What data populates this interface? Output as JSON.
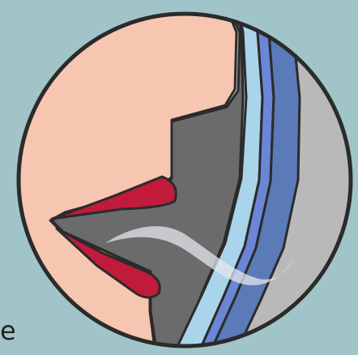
{
  "edge_text": "e",
  "colors": {
    "background": "#a1c4c9",
    "skin": "#f7c6b0",
    "outline": "#2b2b2b",
    "throat_gray": "#6b6b6b",
    "outer_gray": "#b9b9b9",
    "light_blue_layer": "#a9d4ea",
    "mid_blue_layer": "#6b86d6",
    "dark_blue_layer": "#5a7ab8",
    "lips": "#c21a3a",
    "breath": "#e4e7ee"
  },
  "icons": {
    "circle": "circular-cutaway-frame",
    "profile": "face-profile",
    "lips": "lips",
    "airway": "airway-layers",
    "breath": "breath-flow"
  }
}
